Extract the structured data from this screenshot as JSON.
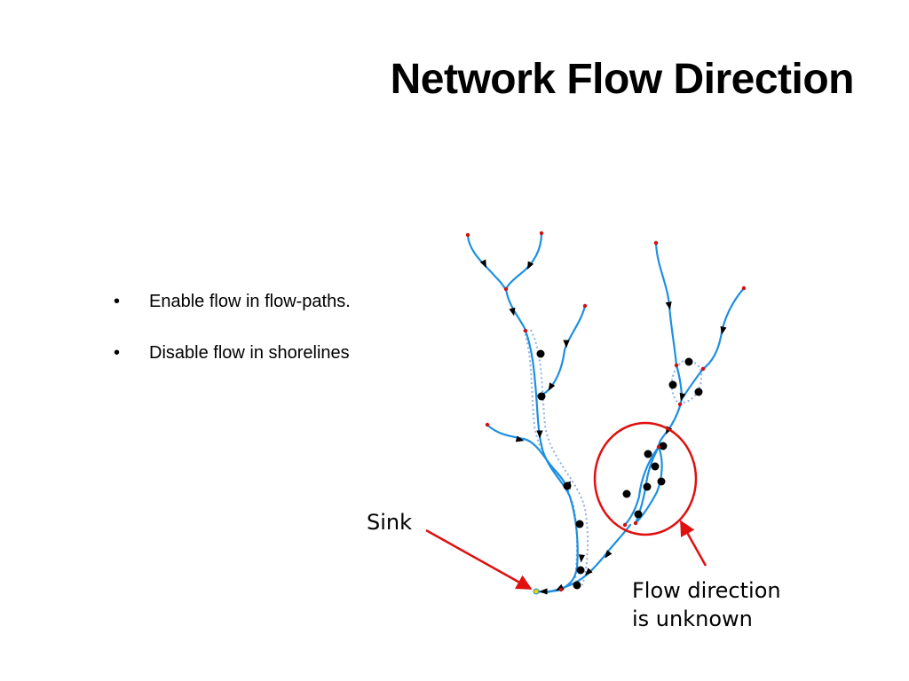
{
  "slide": {
    "title": "Network Flow Direction",
    "bullets": [
      "Enable flow in flow-paths.",
      "Disable flow in shorelines"
    ]
  },
  "diagram": {
    "callouts": {
      "sink": "Sink",
      "unknown_line1": "Flow direction",
      "unknown_line2": "is unknown"
    },
    "colors": {
      "stream": "#1e90e0",
      "shoreline": "#8fb0e8",
      "node": "#000000",
      "endpoint": "#d01010",
      "callout": "#e01010"
    }
  }
}
